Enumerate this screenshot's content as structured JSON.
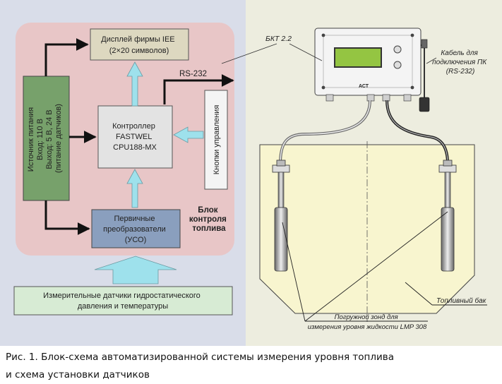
{
  "blocks": {
    "display": [
      "Дисплей фирмы IEE",
      "(2×20 символов)"
    ],
    "power": [
      "Источник питания",
      "Вход: 110 В",
      "Выход: 5 В, 24 В",
      "(питание датчиков)"
    ],
    "controller": [
      "Контроллер",
      "FASTWEL",
      "CPU188-MX"
    ],
    "buttons": "Кнопки управления",
    "converters": [
      "Первичные",
      "преобразователи",
      "(УСО)"
    ],
    "block_label": [
      "Блок",
      "контроля",
      "топлива"
    ],
    "rs232": "RS-232",
    "sensors": [
      "Измерительные датчики гидростатического",
      "давления и температуры"
    ]
  },
  "install": {
    "bkt": "БКТ 2.2",
    "cable": [
      "Кабель для",
      "подключения ПК",
      "(RS-232)"
    ],
    "tank": "Топливный бак",
    "probe": [
      "Погружной зонд для",
      "измерения уровня жидкости LMP 308"
    ],
    "brand": "АСТ"
  },
  "caption": {
    "line1": "Рис. 1. Блок-схема автоматизированной системы измерения уровня топлива",
    "line2": "и схема установки датчиков"
  },
  "colors": {
    "left_bg": "#d9dde9",
    "right_bg": "#ededdf",
    "control_area": "#e8c6c7",
    "display_box": "#ddd8c0",
    "power_box": "#77a16b",
    "controller_box": "#e3e3e3",
    "converter_box": "#8a9fbe",
    "sensor_box": "#d7ebd4",
    "arrow_cyan": "#9ee1ec",
    "tank_fill": "#f8f5cf"
  }
}
